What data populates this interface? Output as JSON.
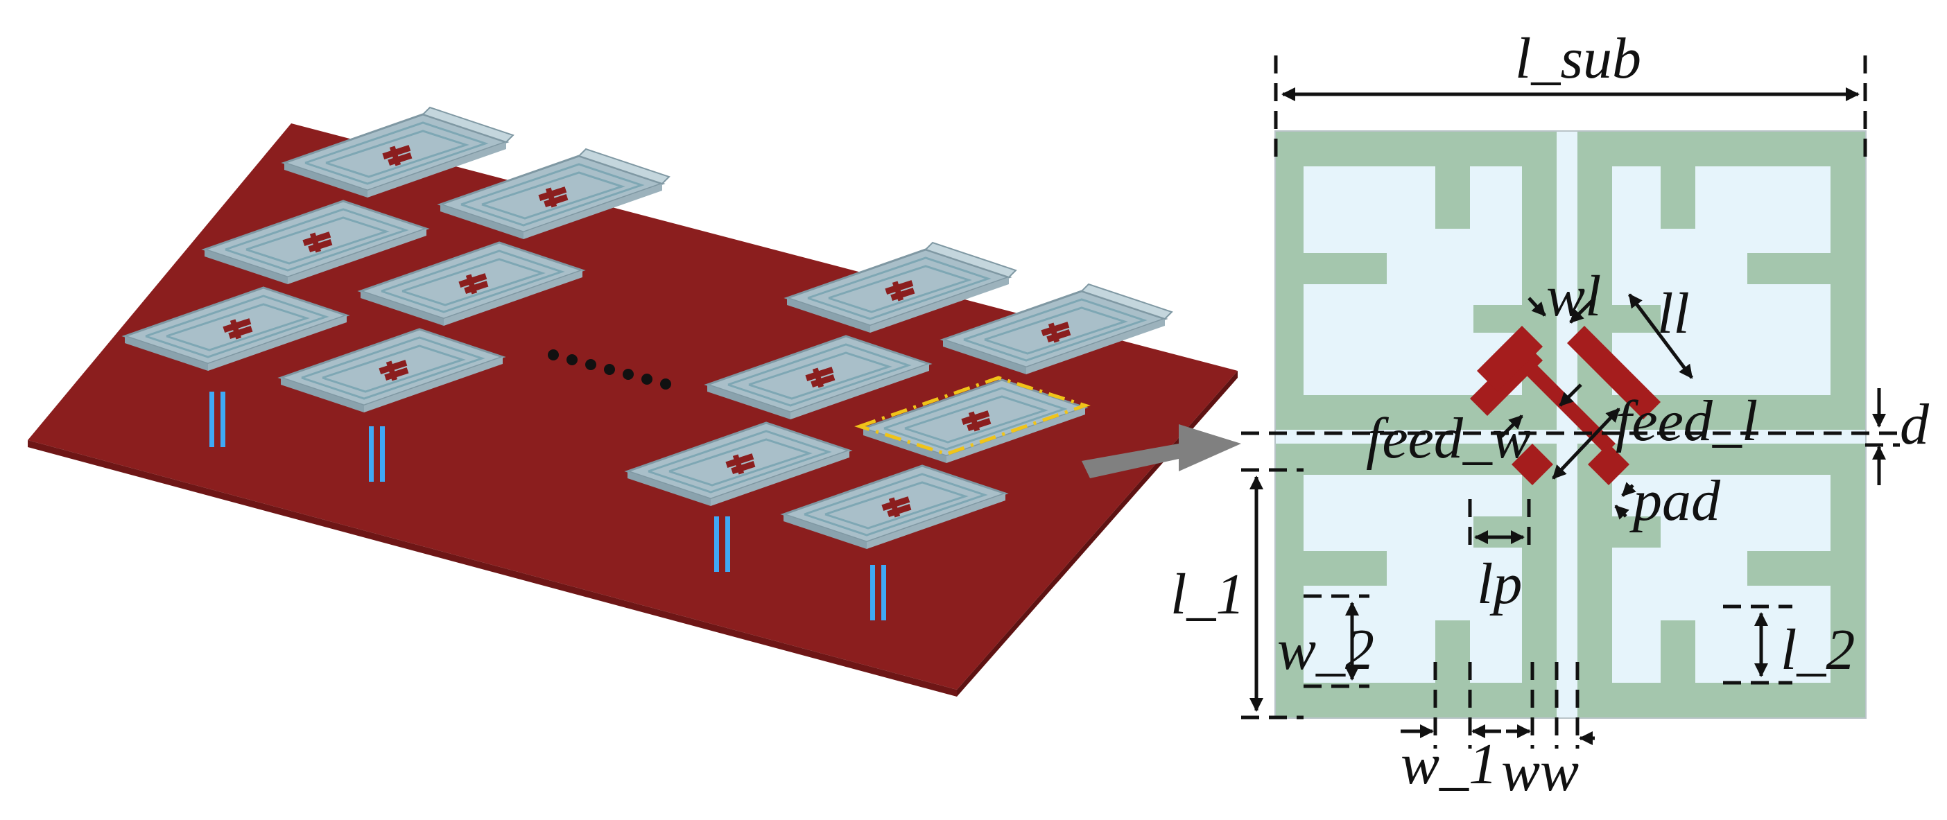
{
  "figure": {
    "left_view": "3D array of stacked patch antenna elements on a ground plane",
    "ellipsis_dots": 7,
    "highlight_color": "#f0c419",
    "right_view": "Top view of one unit cell with dimension annotations"
  },
  "colors": {
    "ground_plane": "#8b1e1e",
    "ground_plane_dark": "#6e1616",
    "substrate": "#a9bfc9",
    "substrate_edge": "#7f98a3",
    "feed_pins": "#3fa9f5",
    "patch_green": "#a4c6ad",
    "patch_light": "#e6f4fb",
    "feed_red": "#a51d1d",
    "arrow_gray": "#808080"
  },
  "labels": {
    "l_sub": "l_sub",
    "wl": "wl",
    "ll": "ll",
    "d": "d",
    "feed_w": "feed_w",
    "feed_l": "feed_l",
    "pad": "pad",
    "lp": "lp",
    "l_1": "l_1",
    "w_2": "w_2",
    "l_2": "l_2",
    "w_1": "w_1",
    "ww": "ww"
  }
}
